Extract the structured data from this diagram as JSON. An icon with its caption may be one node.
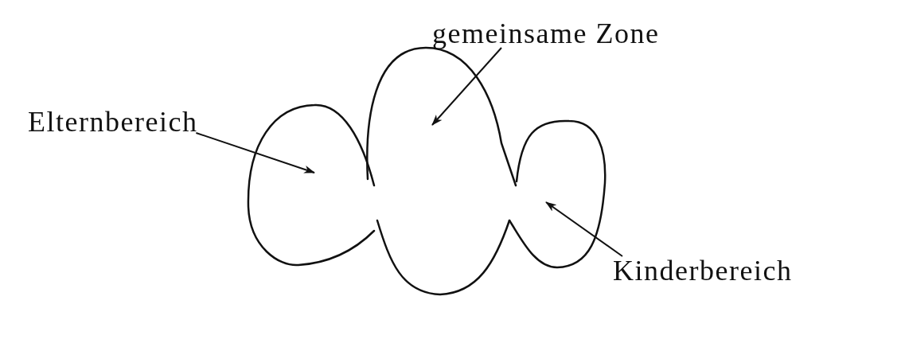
{
  "diagram": {
    "nodes": [
      {
        "text": [
          "gemeinsame Zone"
        ]
      },
      {
        "text": [
          "Elternbereich"
        ]
      },
      {
        "text": [
          "Kinderbereich"
        ]
      }
    ],
    "edges": [
      {
        "from": 0,
        "to": null,
        "arrow": "to"
      },
      {
        "from": 1,
        "to": null,
        "arrow": "to"
      },
      {
        "from": 2,
        "to": null,
        "arrow": "to"
      }
    ]
  }
}
